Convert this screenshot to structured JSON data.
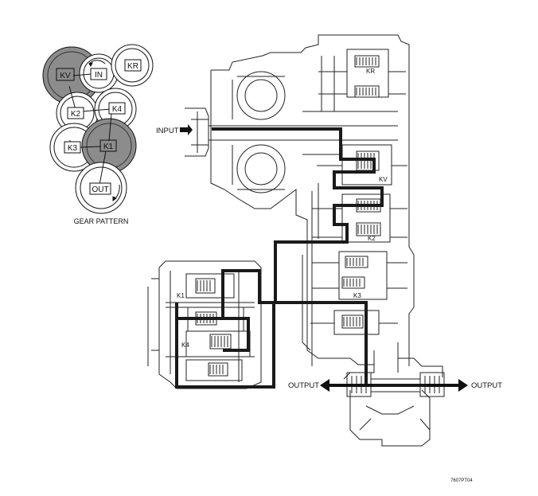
{
  "gear_pattern": {
    "caption": "GEAR PATTERN",
    "gears": {
      "kv": "KV",
      "in": "IN",
      "kr": "KR",
      "k2": "K2",
      "k4": "K4",
      "k3": "K3",
      "k1": "K1",
      "out": "OUT"
    }
  },
  "flow": {
    "input": "INPUT",
    "output_left": "OUTPUT",
    "output_right": "OUTPUT"
  },
  "clutch_labels": {
    "kr": "KR",
    "kv": "KV",
    "k2": "K2",
    "k3": "K3",
    "k1": "K1",
    "k4": "K4"
  },
  "figure_code": "7607PT04",
  "colors": {
    "ink": "#111111",
    "shaded_gear": "#8c8c8c",
    "power_path": "#1a1a1a"
  }
}
